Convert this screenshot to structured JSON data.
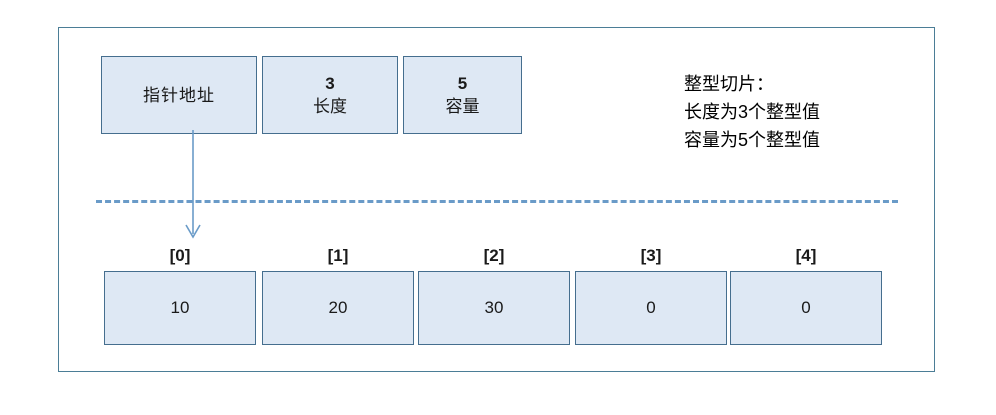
{
  "diagram": {
    "title_text_block": {
      "lines": [
        "整型切片：",
        "长度为3个整型值",
        "容量为5个整型值"
      ]
    },
    "slice_header": {
      "pointer": {
        "label": "指针地址",
        "value": ""
      },
      "length": {
        "value": "3",
        "label": "长度"
      },
      "capacity": {
        "value": "5",
        "label": "容量"
      }
    },
    "array": {
      "indices": [
        "[0]",
        "[1]",
        "[2]",
        "[3]",
        "[4]"
      ],
      "values": [
        "10",
        "20",
        "30",
        "0",
        "0"
      ]
    },
    "colors": {
      "box_fill": "#dee8f4",
      "box_border": "#456e8e",
      "frame_border": "#4b7d96",
      "dashed_line": "#6a9bc8",
      "arrow": "#6a9bc8"
    }
  }
}
